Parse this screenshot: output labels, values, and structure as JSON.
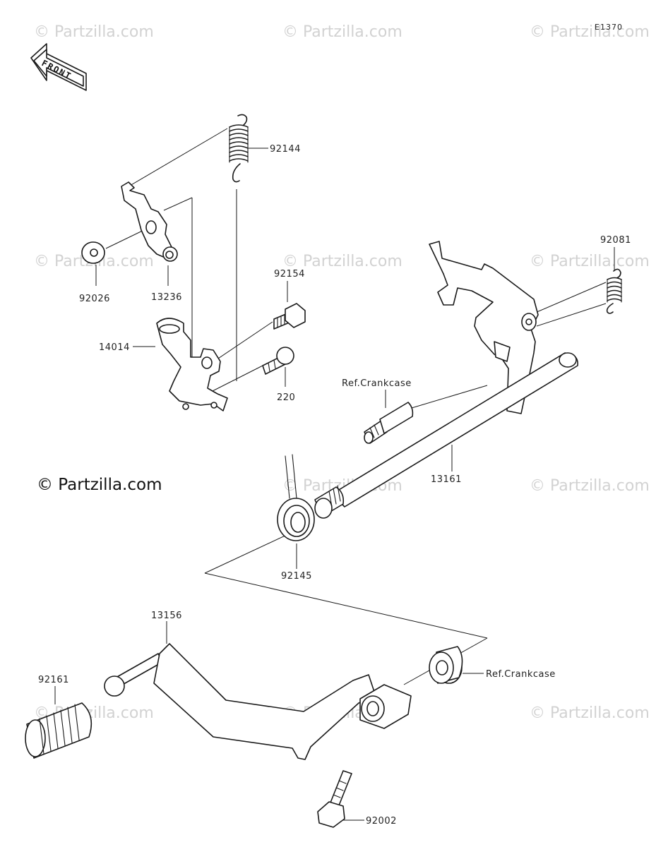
{
  "diagram_code": "E1370",
  "front_arrow_label": "FRONT",
  "watermark_text": "© Partzilla.com",
  "brand_text": "© Partzilla.com",
  "part_labels": {
    "p92144": "92144",
    "p92026": "92026",
    "p13236": "13236",
    "p92154": "92154",
    "p14014": "14014",
    "p220": "220",
    "p92081": "92081",
    "ref_crankcase_upper": "Ref.Crankcase",
    "p13161": "13161",
    "p92145": "92145",
    "p13156": "13156",
    "p92161": "92161",
    "ref_crankcase_lower": "Ref.Crankcase",
    "p92002": "92002"
  },
  "colors": {
    "line": "#1a1a1a",
    "watermark": "#d2d2d2",
    "background": "#ffffff"
  }
}
